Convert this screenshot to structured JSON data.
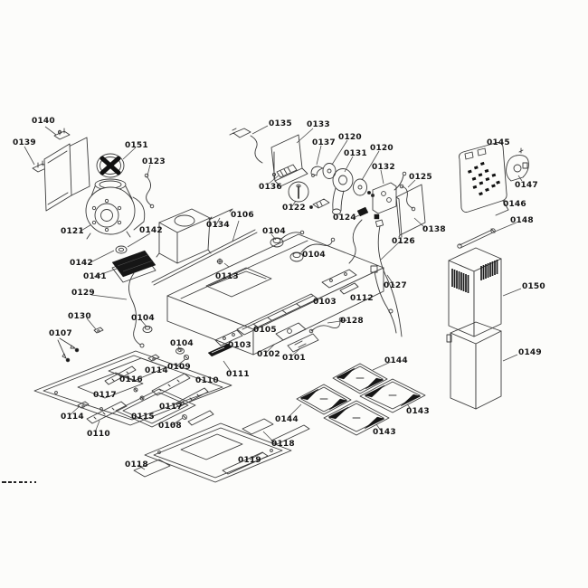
{
  "diagram": {
    "labels": [
      "0140",
      "0139",
      "0151",
      "0123",
      "0135",
      "0133",
      "0137",
      "0120",
      "0131",
      "0120",
      "0132",
      "0125",
      "0145",
      "0147",
      "0146",
      "0148",
      "0136",
      "0122",
      "0121",
      "0142",
      "0106",
      "0134",
      "0124",
      "0138",
      "0126",
      "0142",
      "0141",
      "0104",
      "0104",
      "0113",
      "0129",
      "0127",
      "0130",
      "0103",
      "0112",
      "0128",
      "0104",
      "0107",
      "0103",
      "0105",
      "0102",
      "0101",
      "0104",
      "0109",
      "0114",
      "0110",
      "0111",
      "0116",
      "0117",
      "0117",
      "0114",
      "0110",
      "0115",
      "0108",
      "0144",
      "0144",
      "0143",
      "0143",
      "0118",
      "0119",
      "0118",
      "0150",
      "0149"
    ]
  }
}
